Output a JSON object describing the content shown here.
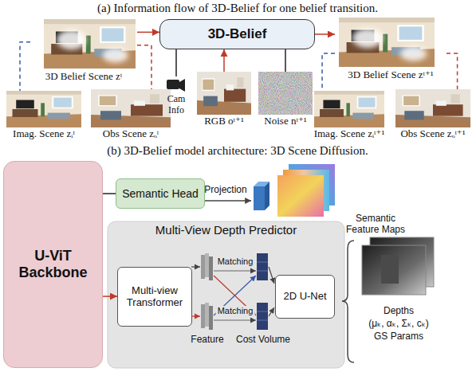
{
  "diagram": {
    "nodes": [
      {
        "text": [
          "3D Belief Scene zᵗ"
        ]
      },
      {
        "text": [
          "3D-Belief"
        ]
      },
      {
        "text": [
          "3D Belief Scene zᵗ⁺¹"
        ]
      },
      {
        "text": [
          "Imag. Scene zᵢᵗ"
        ]
      },
      {
        "text": [
          "Obs Scene zₒᵗ"
        ]
      },
      {
        "text": [
          "Cam Info"
        ]
      },
      {
        "text": [
          "RGB oᵗ⁺¹"
        ]
      },
      {
        "text": [
          "Noise nᵗ⁺¹"
        ]
      },
      {
        "text": [
          "Imag. Scene zᵢᵗ⁺¹"
        ]
      },
      {
        "text": [
          "Obs Scene zₒᵗ⁺¹"
        ]
      },
      {
        "text": [
          "U-ViT Backbone"
        ]
      },
      {
        "text": [
          "Semantic Head"
        ]
      },
      {
        "text": [
          "Multi-View Depth Predictor"
        ]
      },
      {
        "text": [
          "Multi-view Transformer"
        ],
        "in": 12
      },
      {
        "text": [
          "2D U-Net"
        ],
        "in": 12
      }
    ],
    "edges": [
      {
        "from": 0,
        "to": 1,
        "arrow": "to"
      },
      {
        "from": 1,
        "to": 2,
        "arrow": "to"
      },
      {
        "from": 0,
        "to": 3,
        "arrow": "none"
      },
      {
        "from": 0,
        "to": 4,
        "arrow": "none"
      },
      {
        "from": 5,
        "to": 1,
        "arrow": "to"
      },
      {
        "from": 6,
        "to": 1,
        "arrow": "to"
      },
      {
        "from": 7,
        "to": 1,
        "arrow": "to"
      },
      {
        "from": 2,
        "to": 8,
        "arrow": "none"
      },
      {
        "from": 2,
        "to": 9,
        "arrow": "none"
      },
      {
        "from": 10,
        "to": 11,
        "arrow": "to"
      },
      {
        "from": 10,
        "to": 13,
        "arrow": "to"
      }
    ],
    "labels": [
      "(a) Information flow of 3D-Belief for one belief transition.",
      "(b) 3D-Belief model architecture: 3D Scene Diffusion.",
      "Projection",
      "Semantic Feature Maps",
      "Matching",
      "Matching",
      "Feature",
      "Cost Volume",
      "Depths",
      "(μₖ, αₖ, Σₖ, cₖ)",
      "GS Params"
    ]
  }
}
